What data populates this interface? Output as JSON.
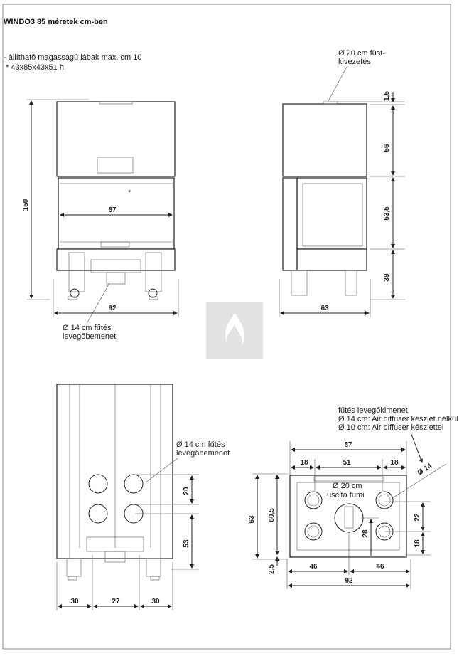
{
  "header": {
    "title": "WINDO3 85 méretek cm-ben",
    "note_legs": "- állítható magasságú lábak max. cm 10",
    "note_glass": "* 43x85x43x51 h"
  },
  "front_view": {
    "height": "150",
    "glass_width": "87",
    "width": "92",
    "asterisk": "*",
    "callout_line1": "Ø 14 cm fűtés",
    "callout_line2": "levegőbemenet"
  },
  "side_view": {
    "flue_line1": "Ø 20 cm füst-",
    "flue_line2": "kivezetés",
    "d1": "1,5",
    "d2": "56",
    "d3": "53,5",
    "d4": "39",
    "depth": "63"
  },
  "back_view": {
    "callout_line1": "Ø 14 cm fűtés",
    "callout_line2": "levegőbemenet",
    "d_spacing": "20",
    "d_height": "53",
    "d_left": "30",
    "d_mid": "27",
    "d_right": "30"
  },
  "top_view": {
    "out_line1": "fűtés levegőkimenet",
    "out_line2": "Ø 14 cm: Air diffuser készlet nélkül",
    "out_line3": "Ø 10 cm: Air diffuser készlettel",
    "width_inner": "87",
    "left": "18",
    "mid": "51",
    "right": "18",
    "diameter": "Ø 14",
    "flue_line1": "Ø 20 cm",
    "flue_line2": "uscita fumi",
    "depth": "63",
    "depth_inner": "60,5",
    "offset": "2,5",
    "half_left": "46",
    "half_right": "46",
    "width": "92",
    "spacing": "22",
    "bottom": "18",
    "flue_center": "28"
  },
  "colors": {
    "watermark_bg": "#e2e2e2",
    "line": "#222222"
  }
}
